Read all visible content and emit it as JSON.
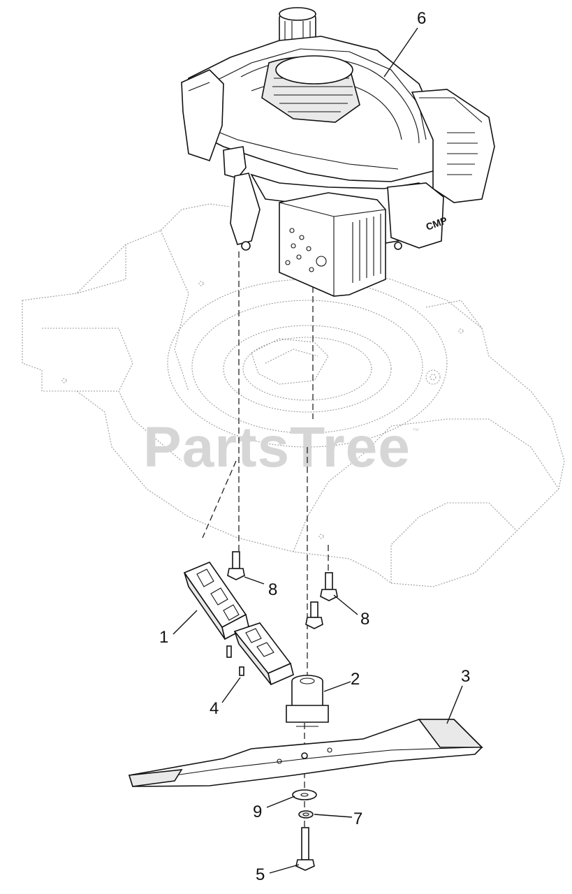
{
  "watermark": {
    "text": "PartsTree",
    "trademark": "™"
  },
  "callouts": [
    {
      "id": "callout-6",
      "label": "6"
    },
    {
      "id": "callout-8a",
      "label": "8"
    },
    {
      "id": "callout-8b",
      "label": "8"
    },
    {
      "id": "callout-1",
      "label": "1"
    },
    {
      "id": "callout-2",
      "label": "2"
    },
    {
      "id": "callout-3",
      "label": "3"
    },
    {
      "id": "callout-4",
      "label": "4"
    },
    {
      "id": "callout-9",
      "label": "9"
    },
    {
      "id": "callout-7",
      "label": "7"
    },
    {
      "id": "callout-5",
      "label": "5"
    }
  ],
  "engine_decal": "CMP"
}
